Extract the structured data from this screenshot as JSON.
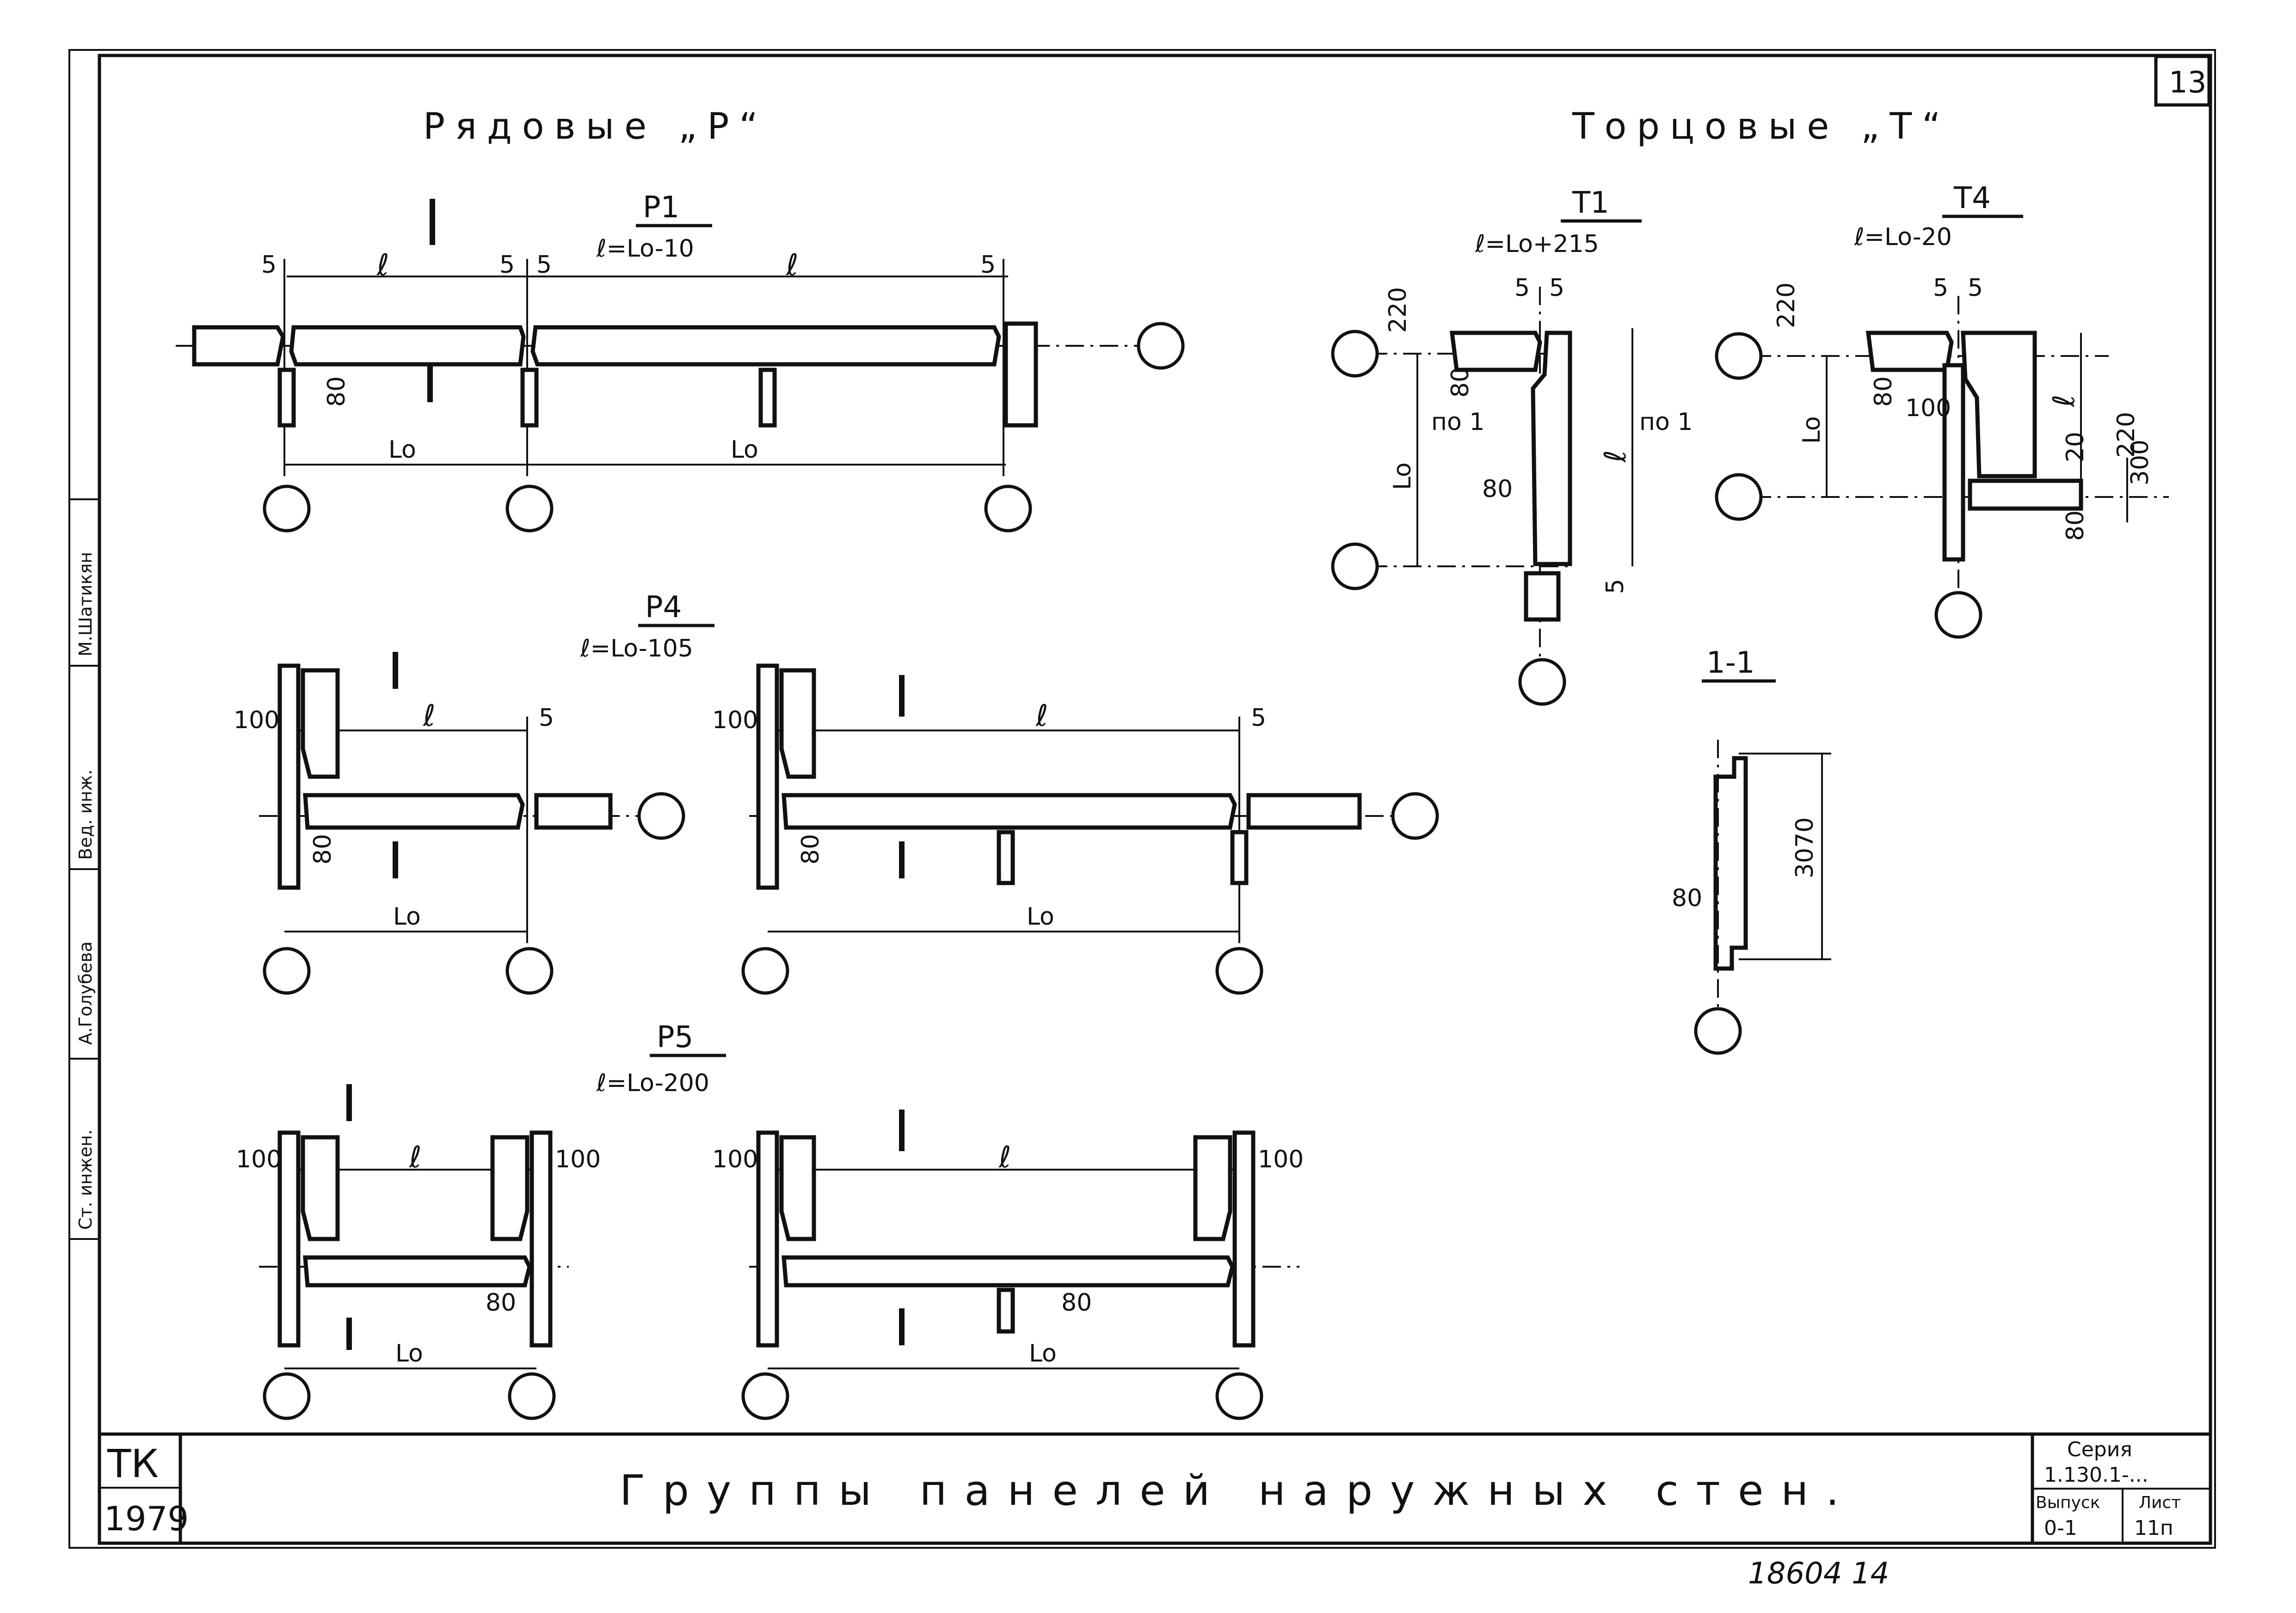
{
  "sheet": {
    "number": "13",
    "title": "Группы панелей наружных стен.",
    "stamp_tk": "ТК",
    "stamp_year": "1979",
    "series_label": "Серия",
    "series_value": "1.130.1-...",
    "issue_label": "Выпуск",
    "issue_value": "0-1",
    "sheet_label": "Лист",
    "sheet_value": "11п",
    "handwritten_note": "18604 14"
  },
  "side_strip": {
    "role1": "Ст. инжен.",
    "role2": "А.Голубева",
    "role3": "Вед. инж.",
    "role4": "М.Шатикян"
  },
  "groups": {
    "ordinary": "Рядовые „Р“",
    "end": "Торцовые „Т“"
  },
  "panels": {
    "p1": {
      "name": "Р1",
      "formula": "ℓ=Lo-10"
    },
    "p4": {
      "name": "Р4",
      "formula": "ℓ=Lo-105"
    },
    "p5": {
      "name": "Р5",
      "formula": "ℓ=Lo-200"
    },
    "t1": {
      "name": "Т1",
      "formula": "ℓ=Lo+215"
    },
    "t4": {
      "name": "Т4",
      "formula": "ℓ=Lo-20"
    }
  },
  "section": {
    "name": "1-1",
    "height": "3070",
    "thickness": "80"
  },
  "dims": {
    "d5": "5",
    "d80": "80",
    "d100": "100",
    "d220": "220",
    "d20": "20",
    "d300": "300",
    "ell": "ℓ",
    "lo": "Lo",
    "cut": "1",
    "by1": "по 1"
  }
}
